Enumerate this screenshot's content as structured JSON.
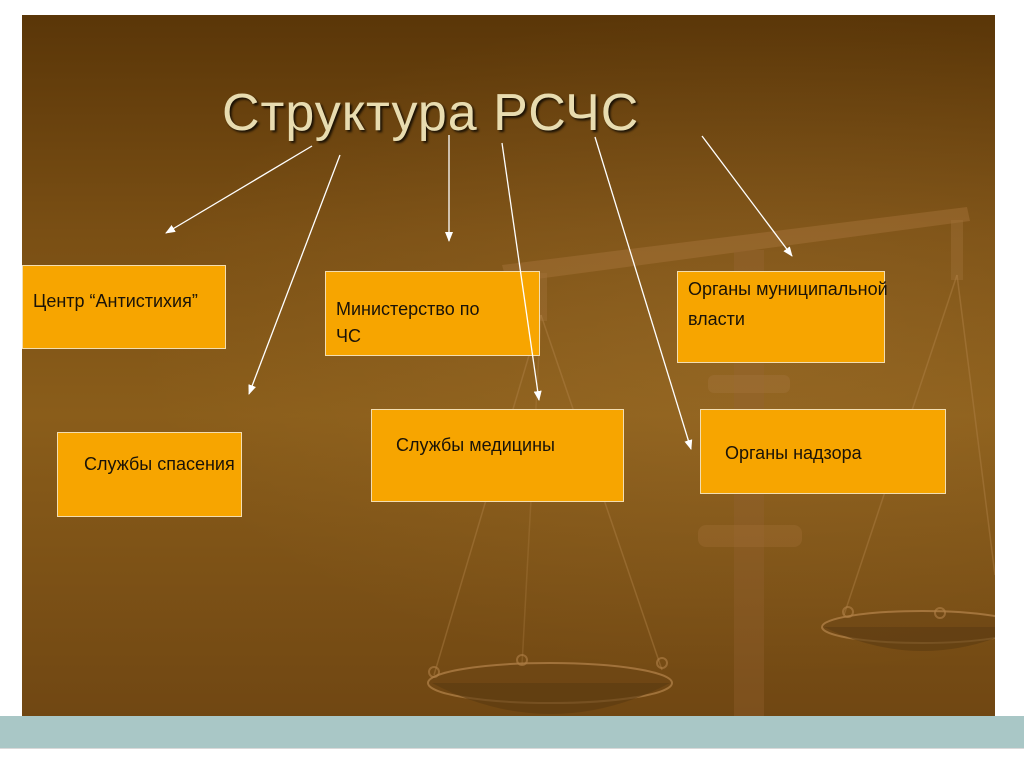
{
  "title": "Структура РСЧС",
  "boxes": {
    "antistikhiya": "Центр “Антистихия”",
    "ministry": "Министерство по ЧС",
    "municipal": "Органы муниципальной власти",
    "rescue": "Службы спасения",
    "medicine": "Службы медицины",
    "supervision": "Органы надзора"
  },
  "colors": {
    "slide_background": "#7a4f14",
    "box_fill": "#f7a500",
    "box_border": "#f3ddb0",
    "title_text": "#e8dcb0",
    "arrow": "#ffffff",
    "frame_band": "#a9c7c6"
  }
}
